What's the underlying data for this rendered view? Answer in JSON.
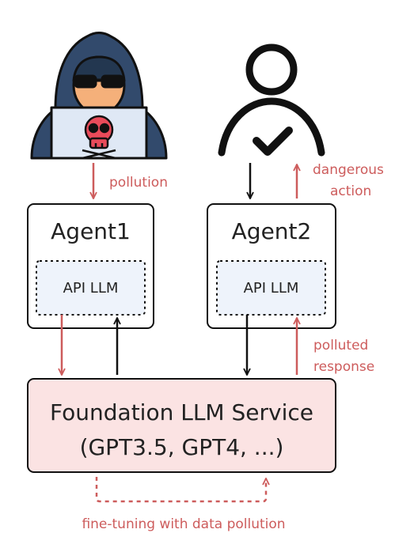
{
  "labels": {
    "pollution": "pollution",
    "dangerous_line1": "dangerous",
    "dangerous_line2": "action",
    "polluted_line1": "polluted",
    "polluted_line2": "response",
    "fine_tuning": "fine-tuning with data pollution"
  },
  "agents": [
    {
      "name": "Agent1",
      "inner": "API LLM"
    },
    {
      "name": "Agent2",
      "inner": "API LLM"
    }
  ],
  "foundation": {
    "title": "Foundation LLM Service",
    "subtitle": "(GPT3.5, GPT4, ...)"
  },
  "icons": [
    "hacker-icon",
    "skull-icon",
    "user-icon",
    "checkmark-icon"
  ],
  "colors": {
    "red": "#cd5c5c",
    "foundation_fill": "#fbe3e3",
    "api_fill": "#eef3fb",
    "hood": "#324a6c",
    "laptop": "#dfe8f5",
    "skin": "#f5b07a",
    "skull": "#e94b5a"
  }
}
